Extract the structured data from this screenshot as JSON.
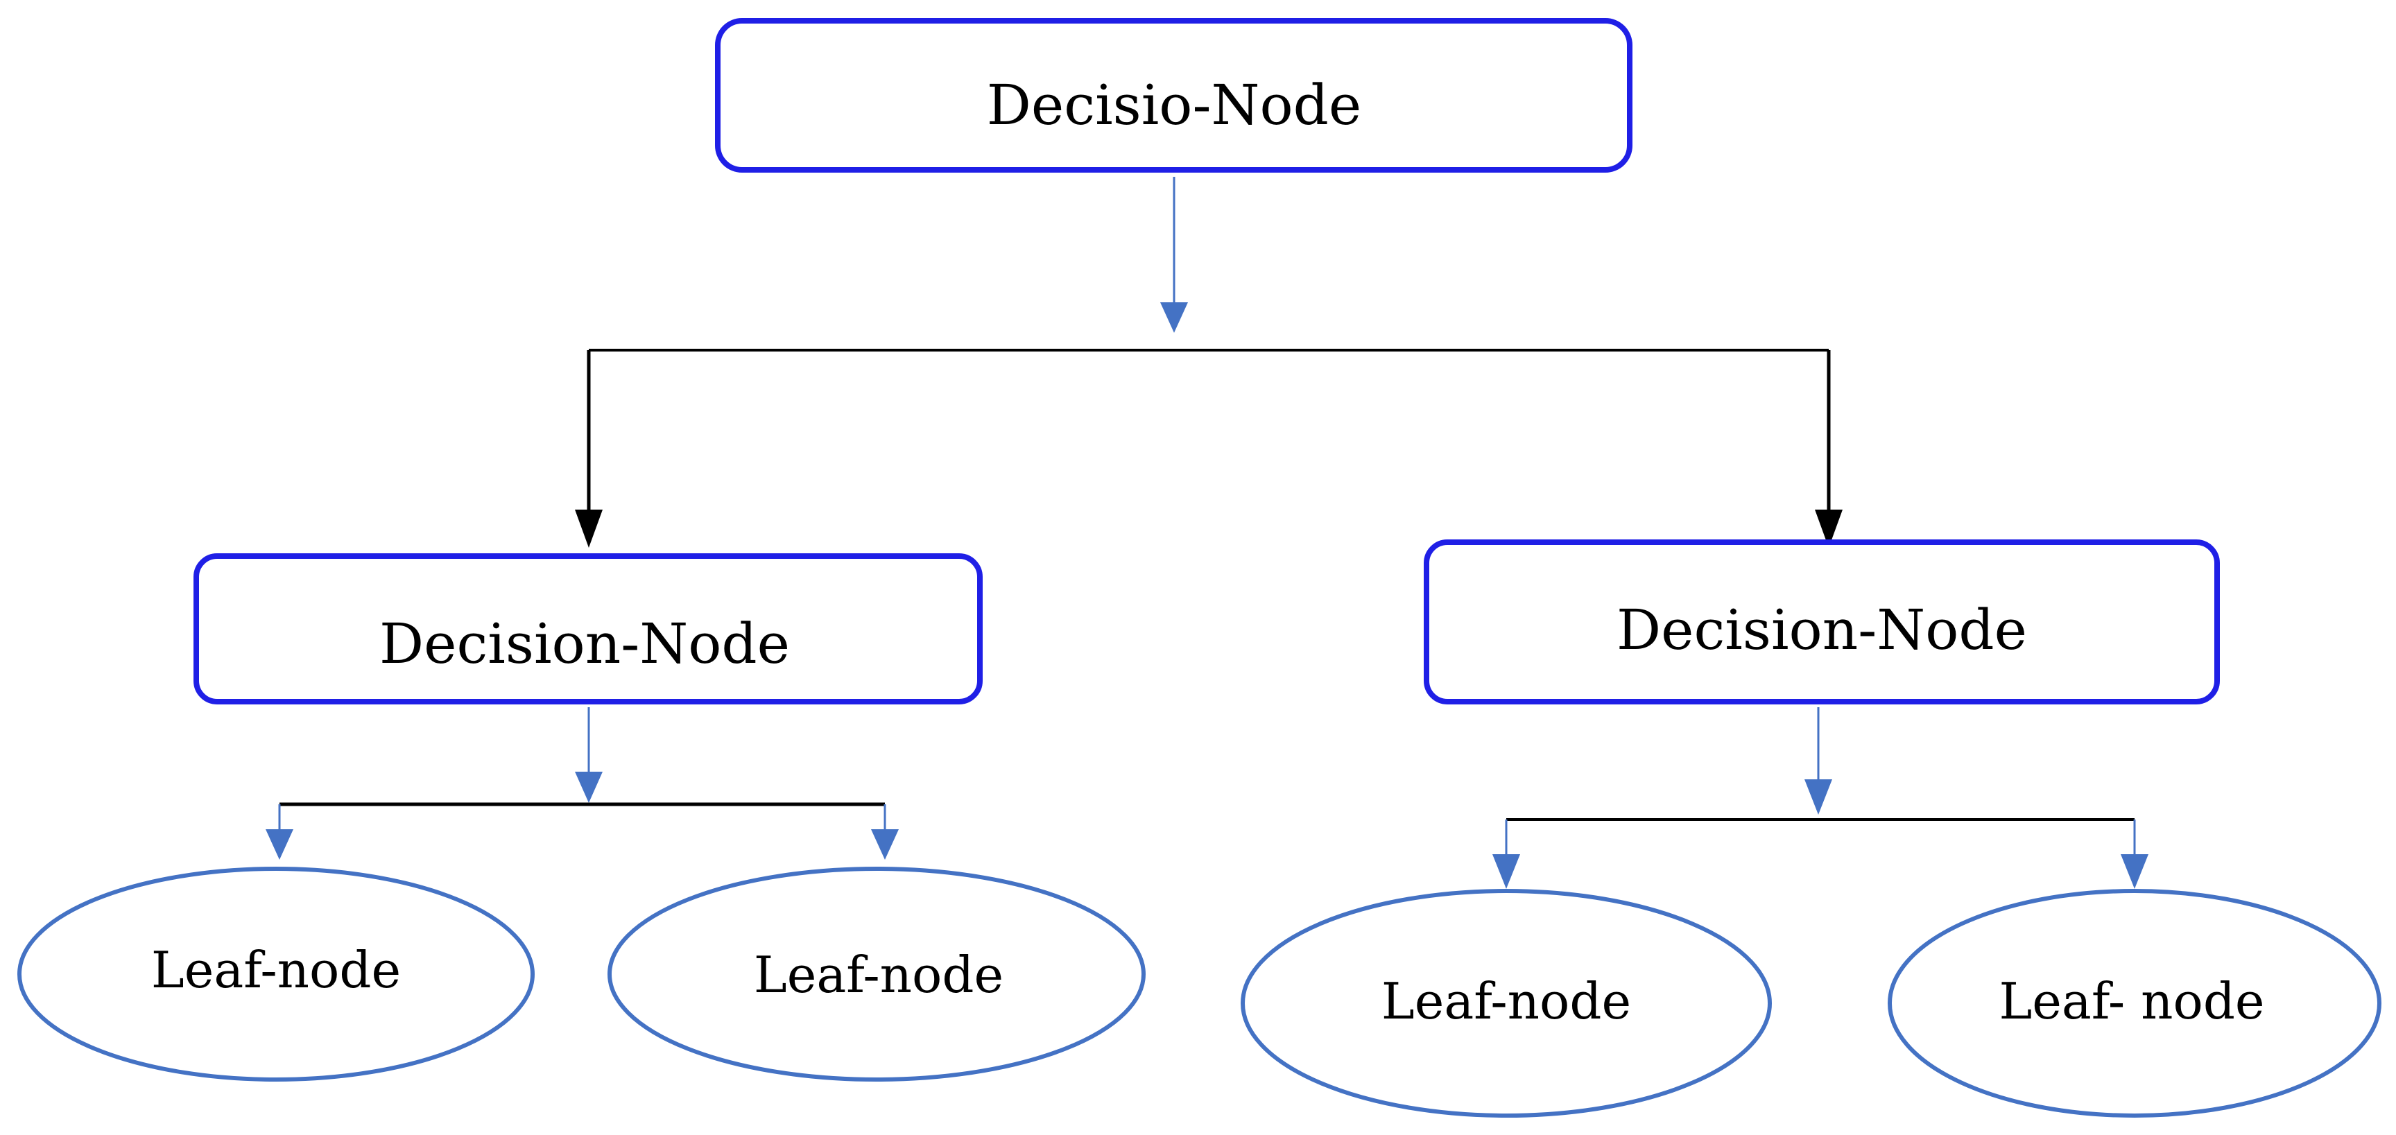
{
  "diagram": {
    "root": {
      "label": "Decisio-Node"
    },
    "decision_nodes": [
      {
        "label": "Decision-Node"
      },
      {
        "label": "Decision-Node"
      }
    ],
    "leaf_nodes": [
      {
        "label": "Leaf-node"
      },
      {
        "label": "Leaf-node"
      },
      {
        "label": "Leaf-node"
      },
      {
        "label": "Leaf- node"
      }
    ],
    "edges": [
      {
        "from": "Decisio-Node",
        "to": "Decision-Node (left)"
      },
      {
        "from": "Decisio-Node",
        "to": "Decision-Node (right)"
      },
      {
        "from": "Decision-Node (left)",
        "to": "Leaf-node 1"
      },
      {
        "from": "Decision-Node (left)",
        "to": "Leaf-node 2"
      },
      {
        "from": "Decision-Node (right)",
        "to": "Leaf-node 3"
      },
      {
        "from": "Decision-Node (right)",
        "to": "Leaf- node 4"
      }
    ],
    "colors": {
      "node_border": "#1f1fe6",
      "leaf_border": "#4472c4",
      "connector_blue": "#4472c4",
      "connector_black": "#000000"
    }
  }
}
